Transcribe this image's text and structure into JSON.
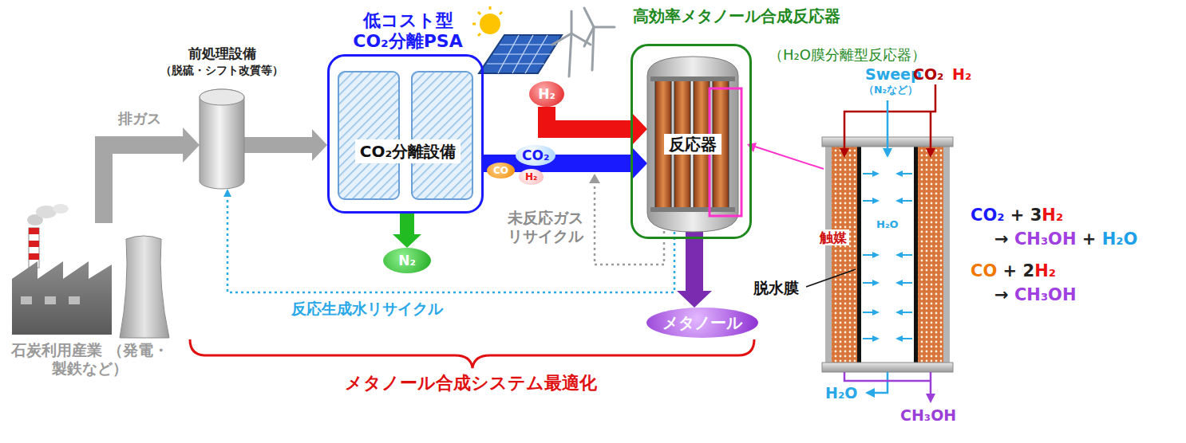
{
  "diagram": {
    "nodes": [
      {
        "text": [
          "前処理設備",
          "（脱硫・シフト改質等）"
        ]
      },
      {
        "text": [
          "低コスト型 CO₂分離PSA"
        ]
      },
      {
        "text": [
          "CO₂分離設備"
        ],
        "in": 1
      },
      {
        "text": [
          "高効率メタノール合成反応器",
          "（H₂O膜分離型反応器）"
        ]
      },
      {
        "text": [
          "反応器"
        ],
        "in": 3
      },
      {
        "text": [
          "N₂"
        ]
      },
      {
        "text": [
          "メタノール"
        ]
      },
      {
        "text": [
          "石炭利用産業 （発電・製鉄など）"
        ]
      },
      {
        "text": [
          "H₂"
        ]
      }
    ],
    "edges": [
      {
        "from": 7,
        "to": 0,
        "arrow": "to",
        "label": "排ガス"
      },
      {
        "from": 0,
        "to": 1,
        "arrow": "to"
      },
      {
        "from": 1,
        "to": 5,
        "arrow": "to"
      },
      {
        "from": 8,
        "to": 4,
        "arrow": "to"
      },
      {
        "from": 1,
        "to": 4,
        "arrow": "to"
      },
      {
        "from": 4,
        "to": 6,
        "arrow": "to"
      },
      {
        "from": 4,
        "to": 0,
        "arrow": "to",
        "label": "反応生成水リサイクル"
      }
    ],
    "labels": [
      "CO₂",
      "CO",
      "H₂",
      "未反応ガス リサイクル",
      "メタノール合成システム最適化",
      "Sweep",
      "（N₂など）",
      "CO₂",
      "H₂",
      "触媒",
      "H₂O",
      "脱水膜",
      "H₂O",
      "CH₃OH",
      "CO₂ + 3H₂",
      "→ CH₃OH + H₂O",
      "CO + 2H₂",
      "→ CH₃OH"
    ]
  }
}
